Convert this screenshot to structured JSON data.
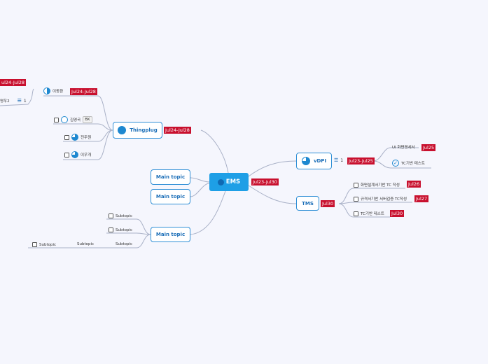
{
  "root": {
    "label": "EMS",
    "date": "Jul23-Jul30"
  },
  "vdpi": {
    "label": "vDPI",
    "task_count": "1",
    "date": "Jul23-Jul25",
    "children": [
      {
        "label": "UI 화면명세서",
        "date": "Jul25"
      },
      {
        "label": "TC기반 테스트"
      }
    ]
  },
  "tms": {
    "label": "TMS",
    "date": "Jul30",
    "children": [
      {
        "label": "화면설계서기반 TC 작성",
        "date": "Jul26"
      },
      {
        "label": "규격서기반 서버검증 TC작성",
        "date": "Jul27"
      },
      {
        "label": "TC기반 테스트",
        "date": "Jul30"
      }
    ]
  },
  "thingplug": {
    "label": "Thingplug",
    "date": "Jul24-Jul28",
    "children": [
      {
        "label": "이동환",
        "date": "Jul24-Jul28"
      },
      {
        "label": "김영국",
        "badge": "BK"
      },
      {
        "label": "전주원"
      },
      {
        "label": "이우개"
      }
    ],
    "offscreen": {
      "date": "ul24-Jul28",
      "label": "영우2",
      "count": "1"
    }
  },
  "main_topic_1": {
    "label": "Main topic"
  },
  "main_topic_2": {
    "label": "Main topic"
  },
  "main_topic_3": {
    "label": "Main topic",
    "subtopics": [
      "Subtopic",
      "Subtopic",
      "Subtopic"
    ],
    "nested": [
      "Subtopic",
      "Subtopic"
    ]
  }
}
